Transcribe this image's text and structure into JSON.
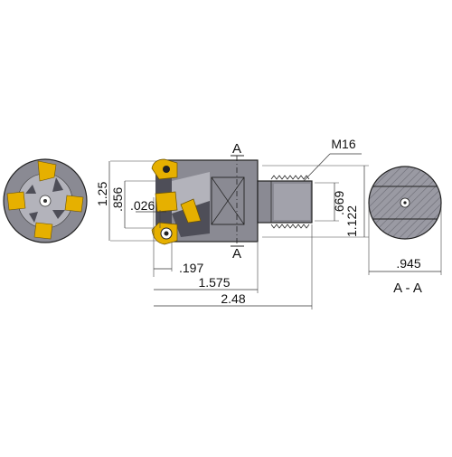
{
  "colors": {
    "body": "#8a8a93",
    "body_dark": "#4e4e58",
    "body_light": "#b3b3bb",
    "insert": "#e6b000",
    "insert_dark": "#a87c00",
    "section_fill": "#9a9aa3",
    "hatch": "#6a6a73",
    "line": "#222222"
  },
  "labels": {
    "thread": "M16",
    "section_top": "A",
    "section_bottom": "A",
    "section_view": "A - A"
  },
  "dimensions": {
    "d_1_25": "1.25",
    "d_856": ".856",
    "d_026": ".026",
    "d_669": ".669",
    "d_1_122": "1.122",
    "d_197": ".197",
    "d_1_575": "1.575",
    "d_2_48": "2.48",
    "d_945": ".945"
  }
}
